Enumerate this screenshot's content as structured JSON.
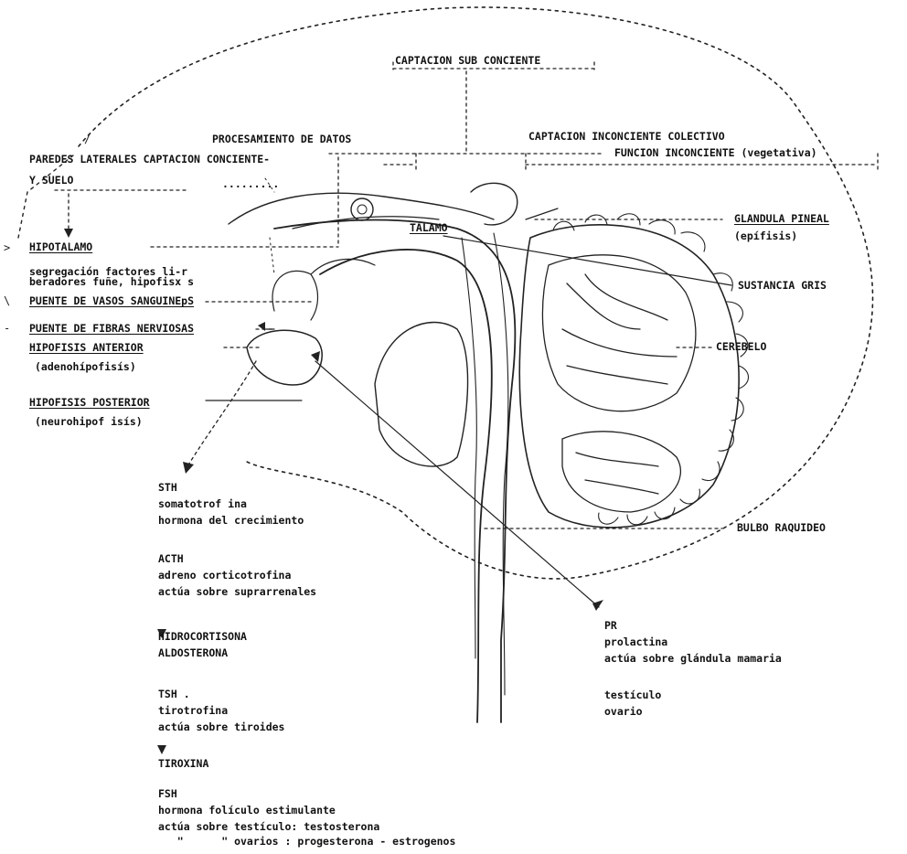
{
  "labels": {
    "captacion_sub": "CAPTACION SUB CONCIENTE",
    "procesamiento": "PROCESAMIENTO DE DATOS",
    "captacion_inconciente": "CAPTACION INCONCIENTE COLECTIVO",
    "funcion_inconciente": "FUNCION INCONCIENTE (vegetativa)",
    "paredes": "PAREDES LATERALES CAPTACION CONCIENTE-",
    "y_suelo": "Y SUELO",
    "talamo": "TALAMO",
    "glandula_pineal": "GLANDULA PINEAL",
    "epifisis": "(epífisis)",
    "hipotalamo": "HIPOTALAMO",
    "segregacion_1": "segregación factores li-r",
    "segregacion_2": "beradores fuñe, hipofisx s",
    "sustancia_gris": "SUSTANCIA GRIS",
    "puente_vasos": "PUENTE DE VASOS SANGUINEpS",
    "puente_fibras": "PUENTE DE FIBRAS NERVIOSAS",
    "hipofisis_anterior": "HIPOFISIS ANTERIOR",
    "adenohipofisis": "(adenohípofisís)",
    "cerebelo": "CEREBELO",
    "hipofisis_posterior": "HIPOFISIS POSTERIOR",
    "neurohipofisis": "(neurohipof isís)",
    "bulbo": "BULBO RAQUIDEO"
  },
  "hormones": {
    "sth": "STH",
    "sth_name": "somatotrof ina",
    "sth_desc": "hormona del crecimiento",
    "acth": "ACTH",
    "acth_name": "adreno corticotrofina",
    "acth_desc": "actúa sobre suprarrenales",
    "hidrocortisona": "HIDROCORTISONA",
    "aldosterona": "ALDOSTERONA",
    "tsh": "TSH .",
    "tsh_name": "tirotrofina",
    "tsh_desc": "actúa sobre tiroides",
    "tiroxina": "TIROXINA",
    "fsh": "FSH",
    "fsh_name": "hormona folículo estimulante",
    "fsh_desc_1": "actúa sobre testículo: testosterona",
    "fsh_desc_2": "   \"      \" ovarios : progesterona - estrogenos",
    "pr": "PR",
    "pr_name": "prolactina",
    "pr_desc": "actúa sobre glándula mamaria",
    "testiculo": "testículo",
    "ovario": "ovario"
  },
  "marks": {
    "slash": "/",
    "gt": ">",
    "backslash": "\\",
    "dash": "-",
    "dots": "........."
  }
}
